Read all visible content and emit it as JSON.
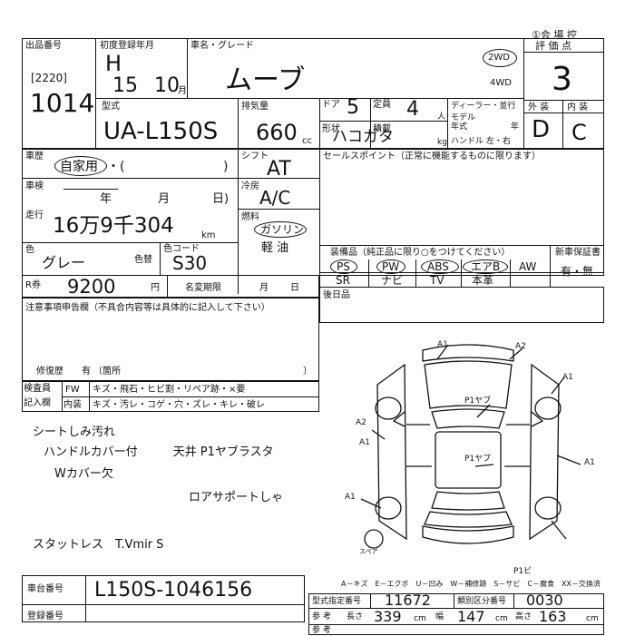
{
  "header": {
    "top_right": "①会 場 控"
  },
  "lot": {
    "label": "出品番号",
    "code": "[2220]",
    "number": "1014"
  },
  "first_reg": {
    "label": "初度登録年月",
    "era": "H",
    "year": "15",
    "month": "10",
    "month_unit": "月"
  },
  "name": {
    "label": "車名・グレード",
    "value": "ムーブ"
  },
  "drive": {
    "opt1": "2WD",
    "opt2": "4WD"
  },
  "score": {
    "label": "評 価 点",
    "value": "3",
    "ext_label": "外 装",
    "int_label": "内 装",
    "ext": "D",
    "int": "C"
  },
  "model": {
    "label": "型式",
    "value": "UA-L150S"
  },
  "displacement": {
    "label": "排気量",
    "value": "660",
    "unit": "cc"
  },
  "doors": {
    "label": "ドア",
    "value": "5"
  },
  "capacity": {
    "label": "定員",
    "value": "4",
    "unit": "人"
  },
  "shape": {
    "label": "形状",
    "value": "ハコガタ"
  },
  "load": {
    "label": "積載",
    "unit": "kg"
  },
  "dealer": {
    "l1": "ディーラー・並行",
    "l2": "モデル",
    "l3": "年式",
    "l3_unit": "年",
    "l4": "ハンドル 左・右"
  },
  "usage": {
    "label": "車歴",
    "value": "自家用",
    "rest": "・(",
    "close": ")"
  },
  "shift": {
    "label": "シフト",
    "value": "AT"
  },
  "inspection": {
    "label": "車検",
    "year": "年",
    "month": "月",
    "day": "日)"
  },
  "ac": {
    "label": "冷房",
    "value": "A/C"
  },
  "mileage": {
    "label": "走行",
    "value": "16万9千304",
    "unit": "km"
  },
  "fuel": {
    "label": "燃料",
    "opt1": "ガソリン",
    "opt2": "軽 油"
  },
  "color": {
    "label": "色",
    "value": "グレー",
    "name_label": "色替",
    "code_label": "色コード",
    "code": "S30"
  },
  "recycle": {
    "label": "R券",
    "value": "9200",
    "unit": "円"
  },
  "name_change": {
    "label": "名変期限",
    "month": "月",
    "day": "日"
  },
  "sales_point": {
    "label": "セールスポイント（正常に機能するものに限ります）"
  },
  "equipment": {
    "label": "装備品（純正品に限り○をつけてください）",
    "row1": [
      "PS",
      "PW",
      "ABS",
      "エアB",
      "AW"
    ],
    "row2": [
      "SR",
      "ナビ",
      "TV",
      "本革"
    ]
  },
  "warranty": {
    "label": "新車保証書",
    "value": "有・無"
  },
  "retrofit": {
    "label": "後日品"
  },
  "notes": {
    "label": "注意事項申告欄（不具合内容等は具体的に記入して下さい）",
    "repair": "修復歴　　有 〔箇所",
    "repair_close": "〕"
  },
  "inspector": {
    "label1": "検査員",
    "label2": "記入欄",
    "fw_label": "FW",
    "fw_text": "キズ・飛石・ヒビ割・リペア跡・×要",
    "in_label": "内装",
    "in_text": "キズ・汚レ・コゲ・穴・ズレ・キレ・破レ"
  },
  "handwritten": {
    "line1": "シートしみ汚れ",
    "line2": "ハンドルカバー付　　　天井 P1ヤブラスタ",
    "line3": "Wカバー欠",
    "line4": "ロアサポートしゃ",
    "line5": "スタットレス　T.Vmir S"
  },
  "diagram": {
    "marks": [
      "A1",
      "A2",
      "A1",
      "P1ヤブ",
      "A2",
      "A1",
      "P1ヤブ",
      "A1",
      "A1",
      "スペア",
      "P1ビ"
    ],
    "legend": "A－キズ　E－エクボ　U－凹み　W－補修跡　S－サビ　C－腐食　XX－交換済"
  },
  "chassis": {
    "label": "車台番号",
    "value": "L150S-1046156"
  },
  "registration": {
    "label": "登録番号"
  },
  "cert": {
    "type_label": "型式指定番号",
    "type_value": "11672",
    "class_label": "類別区分番号",
    "class_value": "0030",
    "ref1": "参 考",
    "len_label": "長さ",
    "len_value": "339",
    "cm1": "cm",
    "wid_label": "幅",
    "wid_value": "147",
    "cm2": "cm",
    "hei_label": "高さ",
    "hei_value": "163",
    "cm3": "cm",
    "ref2": "参 考"
  }
}
